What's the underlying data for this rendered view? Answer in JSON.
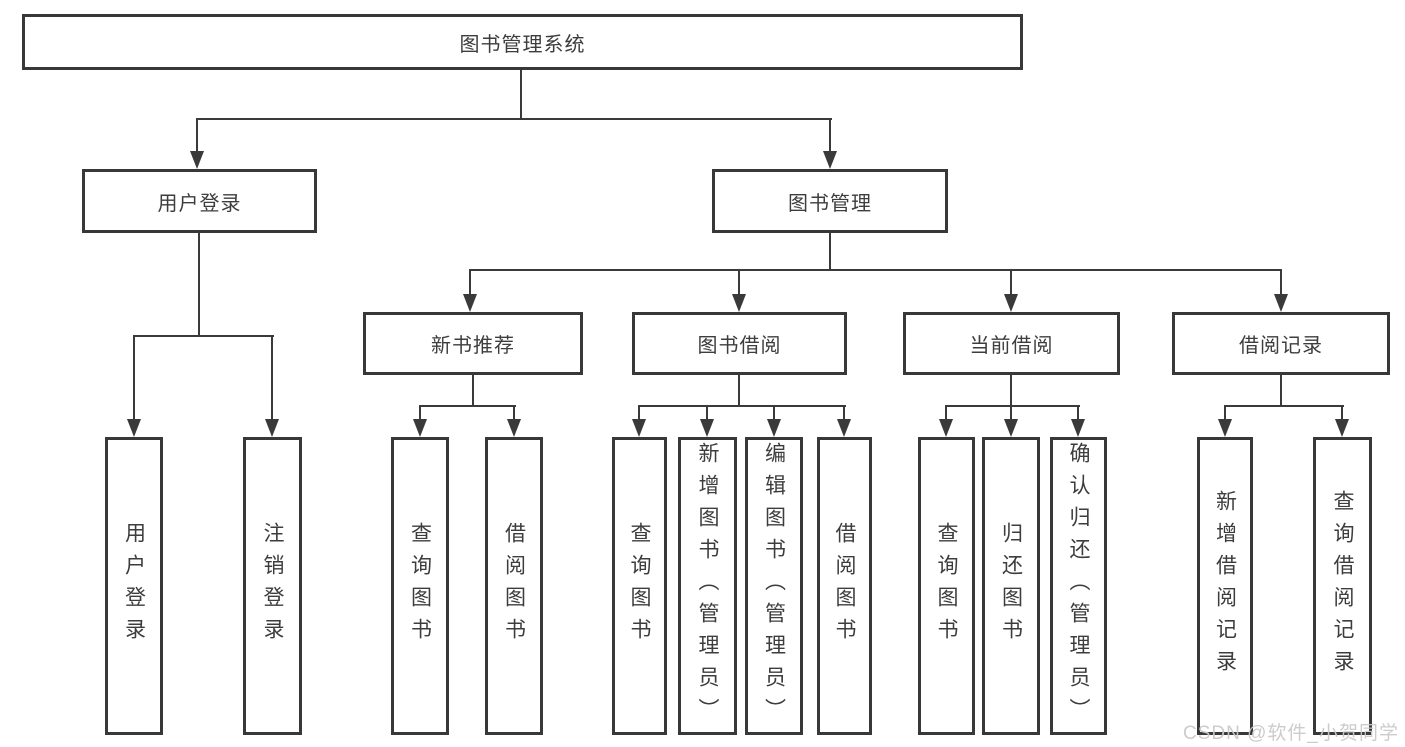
{
  "tree": {
    "root": {
      "label": "图书管理系统"
    },
    "user_login": {
      "label": "用户登录",
      "children": [
        "用户登录",
        "注销登录"
      ]
    },
    "book_mgmt": {
      "label": "图书管理",
      "groups": [
        {
          "label": "新书推荐",
          "children": [
            "查询图书",
            "借阅图书"
          ]
        },
        {
          "label": "图书借阅",
          "children": [
            "查询图书",
            "新增图书（管理员）",
            "编辑图书（管理员）",
            "借阅图书"
          ]
        },
        {
          "label": "当前借阅",
          "children": [
            "查询图书",
            "归还图书",
            "确认归还（管理员）"
          ]
        },
        {
          "label": "借阅记录",
          "children": [
            "新增借阅记录",
            "查询借阅记录"
          ]
        }
      ]
    }
  },
  "watermark": {
    "text": "CSDN @软件_小贺同学"
  },
  "colors": {
    "line": "#3a3a3a",
    "box_border": "#383838",
    "text": "#3d3d3d",
    "background": "#ffffff",
    "watermark": "#c9c9c9"
  }
}
